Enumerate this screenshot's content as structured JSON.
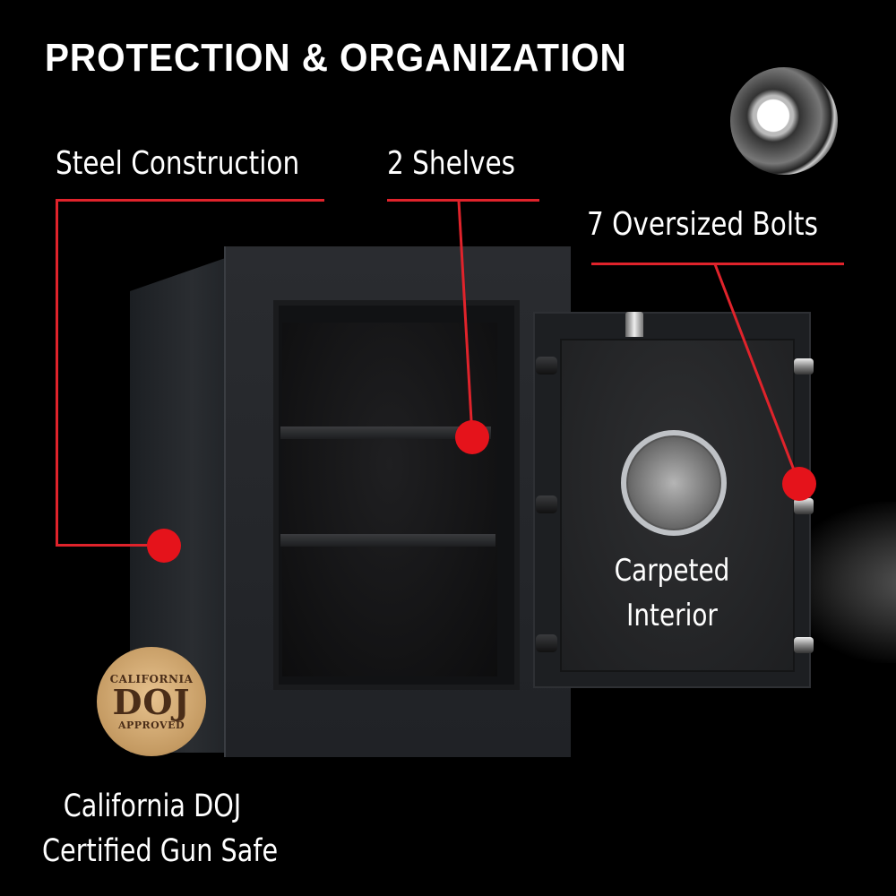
{
  "header": {
    "title": "PROTECTION & ORGANIZATION"
  },
  "callouts": {
    "steel": {
      "label": "Steel Construction"
    },
    "shelves": {
      "label": "2 Shelves"
    },
    "bolts": {
      "label": "7 Oversized Bolts"
    },
    "carpet": {
      "line1": "Carpeted",
      "line2": "Interior"
    }
  },
  "badge": {
    "top": "CALIFORNIA",
    "middle": "DOJ",
    "bottom": "APPROVED"
  },
  "caption": {
    "line1": "California DOJ",
    "line2": "Certified Gun Safe"
  },
  "colors": {
    "background": "#000000",
    "accent_red": "#e5131b",
    "text": "#ffffff"
  },
  "icons": {
    "knob": "dial-knob-icon"
  }
}
